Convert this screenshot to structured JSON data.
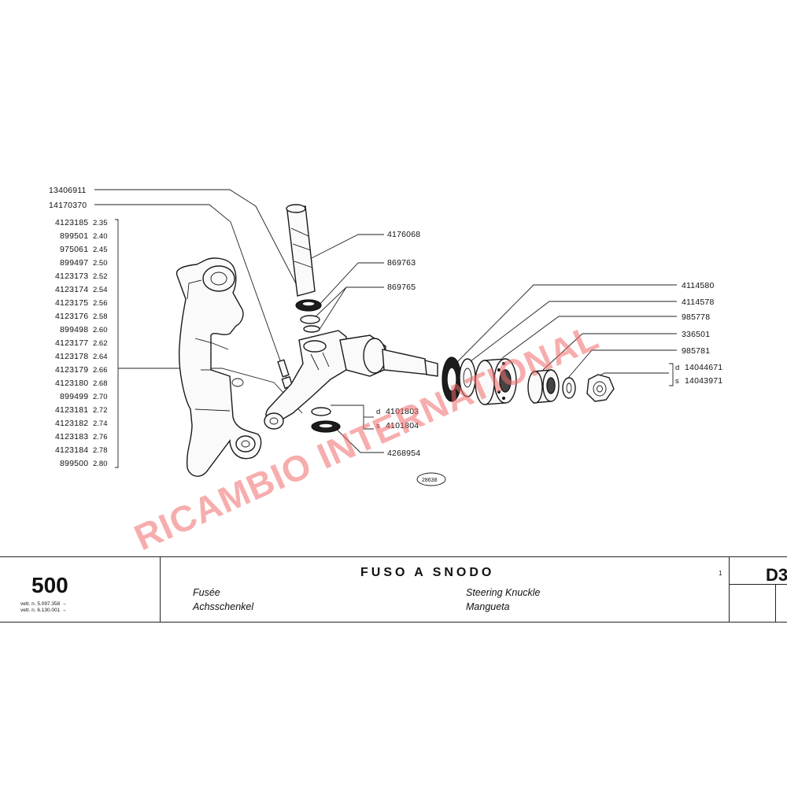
{
  "left_list": [
    {
      "part": "13406911",
      "size": ""
    },
    {
      "part": "14170370",
      "size": ""
    },
    {
      "part": "4123185",
      "size": "2.35"
    },
    {
      "part": "899501",
      "size": "2.40"
    },
    {
      "part": "975061",
      "size": "2.45"
    },
    {
      "part": "899497",
      "size": "2.50"
    },
    {
      "part": "4123173",
      "size": "2.52"
    },
    {
      "part": "4123174",
      "size": "2.54"
    },
    {
      "part": "4123175",
      "size": "2.56"
    },
    {
      "part": "4123176",
      "size": "2.58"
    },
    {
      "part": "899498",
      "size": "2.60"
    },
    {
      "part": "4123177",
      "size": "2.62"
    },
    {
      "part": "4123178",
      "size": "2.64"
    },
    {
      "part": "4123179",
      "size": "2.66"
    },
    {
      "part": "4123180",
      "size": "2.68"
    },
    {
      "part": "899499",
      "size": "2.70"
    },
    {
      "part": "4123181",
      "size": "2.72"
    },
    {
      "part": "4123182",
      "size": "2.74"
    },
    {
      "part": "4123183",
      "size": "2.76"
    },
    {
      "part": "4123184",
      "size": "2.78"
    },
    {
      "part": "899500",
      "size": "2.80"
    }
  ],
  "center_labels": {
    "kingpin": "4176068",
    "upper_seal": "869763",
    "upper_washer": "869765",
    "pivot_d": "4101803",
    "pivot_s": "4101804",
    "lower_washer": "4268954",
    "drawing_ref": "28638"
  },
  "right_labels": {
    "seal_outer": "4114580",
    "seal_inner": "4114578",
    "bearing_inner": "985778",
    "bearing_outer": "336501",
    "washer": "985781",
    "nut_d": "14044671",
    "nut_s": "14043971"
  },
  "side_marks": {
    "d": "d",
    "s": "s"
  },
  "watermark": "RICAMBIO INTERNATIONAL",
  "footer": {
    "model": "500",
    "vin_note_1": "vett. n. 5.097.358 →",
    "vin_note_2": "vett. n. 6.130.001 →",
    "title_it": "FUSO A SNODO",
    "title_fr": "Fusée",
    "title_de": "Achsschenkel",
    "title_en": "Steering Knuckle",
    "title_es": "Mangueta",
    "page_number": "1",
    "section_code": "D3"
  },
  "colors": {
    "watermark": "#f06a6a",
    "ink": "#111111"
  }
}
